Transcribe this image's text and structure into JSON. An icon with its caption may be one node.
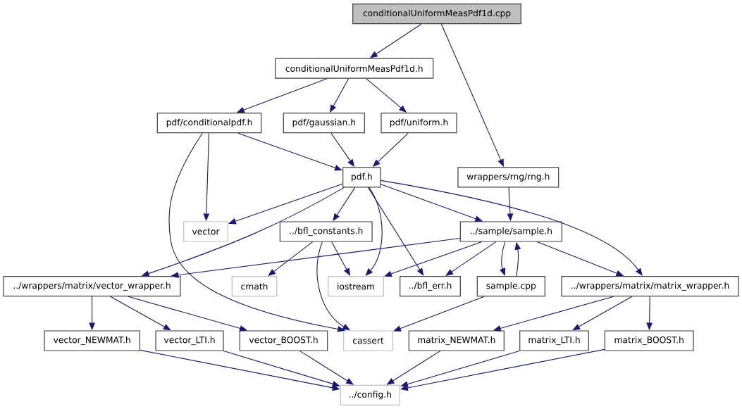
{
  "diagram": {
    "nodes": [
      {
        "text": [
          "conditionalUniformMeasPdf1d.cpp"
        ]
      },
      {
        "text": [
          "conditionalUniformMeasPdf1d.h"
        ]
      },
      {
        "text": [
          "pdf/conditionalpdf.h"
        ]
      },
      {
        "text": [
          "pdf/gaussian.h"
        ]
      },
      {
        "text": [
          "pdf/uniform.h"
        ]
      },
      {
        "text": [
          "pdf.h"
        ]
      },
      {
        "text": [
          "wrappers/rng/rng.h"
        ]
      },
      {
        "text": [
          "vector"
        ]
      },
      {
        "text": [
          "../bfl_constants.h"
        ]
      },
      {
        "text": [
          "../sample/sample.h"
        ]
      },
      {
        "text": [
          "../wrappers/matrix/vector_wrapper.h"
        ]
      },
      {
        "text": [
          "cmath"
        ]
      },
      {
        "text": [
          "iostream"
        ]
      },
      {
        "text": [
          "../bfl_err.h"
        ]
      },
      {
        "text": [
          "sample.cpp"
        ]
      },
      {
        "text": [
          "../wrappers/matrix/matrix_wrapper.h"
        ]
      },
      {
        "text": [
          "vector_NEWMAT.h"
        ]
      },
      {
        "text": [
          "vector_LTI.h"
        ]
      },
      {
        "text": [
          "vector_BOOST.h"
        ]
      },
      {
        "text": [
          "cassert"
        ]
      },
      {
        "text": [
          "matrix_NEWMAT.h"
        ]
      },
      {
        "text": [
          "matrix_LTI.h"
        ]
      },
      {
        "text": [
          "matrix_BOOST.h"
        ]
      },
      {
        "text": [
          "../config.h"
        ]
      }
    ],
    "edges": [
      {
        "from": 0,
        "to": 1,
        "arrow": "to"
      },
      {
        "from": 0,
        "to": 6,
        "arrow": "to"
      },
      {
        "from": 1,
        "to": 2,
        "arrow": "to"
      },
      {
        "from": 1,
        "to": 3,
        "arrow": "to"
      },
      {
        "from": 1,
        "to": 4,
        "arrow": "to"
      },
      {
        "from": 2,
        "to": 5,
        "arrow": "to"
      },
      {
        "from": 2,
        "to": 7,
        "arrow": "to"
      },
      {
        "from": 2,
        "to": 19,
        "arrow": "to"
      },
      {
        "from": 3,
        "to": 5,
        "arrow": "to"
      },
      {
        "from": 4,
        "to": 5,
        "arrow": "to"
      },
      {
        "from": 5,
        "to": 7,
        "arrow": "to"
      },
      {
        "from": 5,
        "to": 8,
        "arrow": "to"
      },
      {
        "from": 5,
        "to": 9,
        "arrow": "to"
      },
      {
        "from": 5,
        "to": 10,
        "arrow": "to"
      },
      {
        "from": 5,
        "to": 12,
        "arrow": "to"
      },
      {
        "from": 5,
        "to": 13,
        "arrow": "to"
      },
      {
        "from": 5,
        "to": 15,
        "arrow": "to"
      },
      {
        "from": 6,
        "to": 9,
        "arrow": "to"
      },
      {
        "from": 8,
        "to": 11,
        "arrow": "to"
      },
      {
        "from": 8,
        "to": 12,
        "arrow": "to"
      },
      {
        "from": 8,
        "to": 19,
        "arrow": "to"
      },
      {
        "from": 9,
        "to": 10,
        "arrow": "to"
      },
      {
        "from": 9,
        "to": 12,
        "arrow": "to"
      },
      {
        "from": 9,
        "to": 13,
        "arrow": "to"
      },
      {
        "from": 9,
        "to": 14,
        "arrow": "to"
      },
      {
        "from": 9,
        "to": 15,
        "arrow": "to"
      },
      {
        "from": 14,
        "to": 9,
        "arrow": "to"
      },
      {
        "from": 14,
        "to": 19,
        "arrow": "to"
      },
      {
        "from": 10,
        "to": 16,
        "arrow": "to"
      },
      {
        "from": 10,
        "to": 17,
        "arrow": "to"
      },
      {
        "from": 10,
        "to": 18,
        "arrow": "to"
      },
      {
        "from": 15,
        "to": 20,
        "arrow": "to"
      },
      {
        "from": 15,
        "to": 21,
        "arrow": "to"
      },
      {
        "from": 15,
        "to": 22,
        "arrow": "to"
      },
      {
        "from": 16,
        "to": 23,
        "arrow": "to"
      },
      {
        "from": 17,
        "to": 23,
        "arrow": "to"
      },
      {
        "from": 18,
        "to": 23,
        "arrow": "to"
      },
      {
        "from": 20,
        "to": 23,
        "arrow": "to"
      },
      {
        "from": 21,
        "to": 23,
        "arrow": "to"
      },
      {
        "from": 22,
        "to": 23,
        "arrow": "to"
      }
    ]
  }
}
